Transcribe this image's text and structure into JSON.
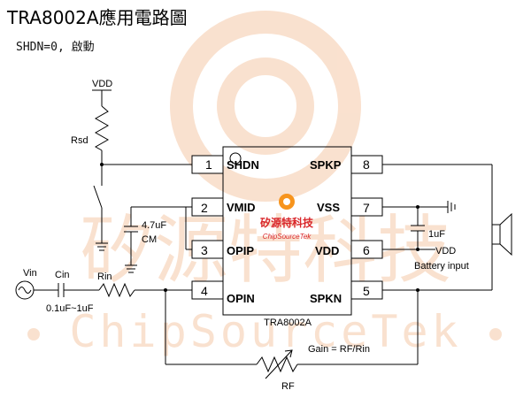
{
  "title": "TRA8002A應用電路圖",
  "subtitle": "SHDN=0, 啟動",
  "watermark": {
    "chinese": "矽源特科技",
    "english": "ChipSourceTek",
    "logo_small_cn": "矽源特科技",
    "logo_small_en": "ChipSourceTek",
    "color": "#f5c9a8"
  },
  "chip": {
    "name": "TRA8002A",
    "left_pins": [
      {
        "num": "1",
        "label": "SHDN"
      },
      {
        "num": "2",
        "label": "VMID"
      },
      {
        "num": "3",
        "label": "OPIP"
      },
      {
        "num": "4",
        "label": "OPIN"
      }
    ],
    "right_pins": [
      {
        "num": "8",
        "label": "SPKP"
      },
      {
        "num": "7",
        "label": "VSS"
      },
      {
        "num": "6",
        "label": "VDD"
      },
      {
        "num": "5",
        "label": "SPKN"
      }
    ]
  },
  "components": {
    "vdd_top": "VDD",
    "rsd": "Rsd",
    "cap_cm_value": "4.7uF",
    "cap_cm_name": "CM",
    "vin": "Vin",
    "cin": "Cin",
    "cin_value": "0.1uF~1uF",
    "rin": "Rin",
    "rf": "RF",
    "gain": "Gain = RF/Rin",
    "cap_vdd_value": "1uF",
    "vdd_right": "VDD",
    "battery": "Battery input"
  }
}
